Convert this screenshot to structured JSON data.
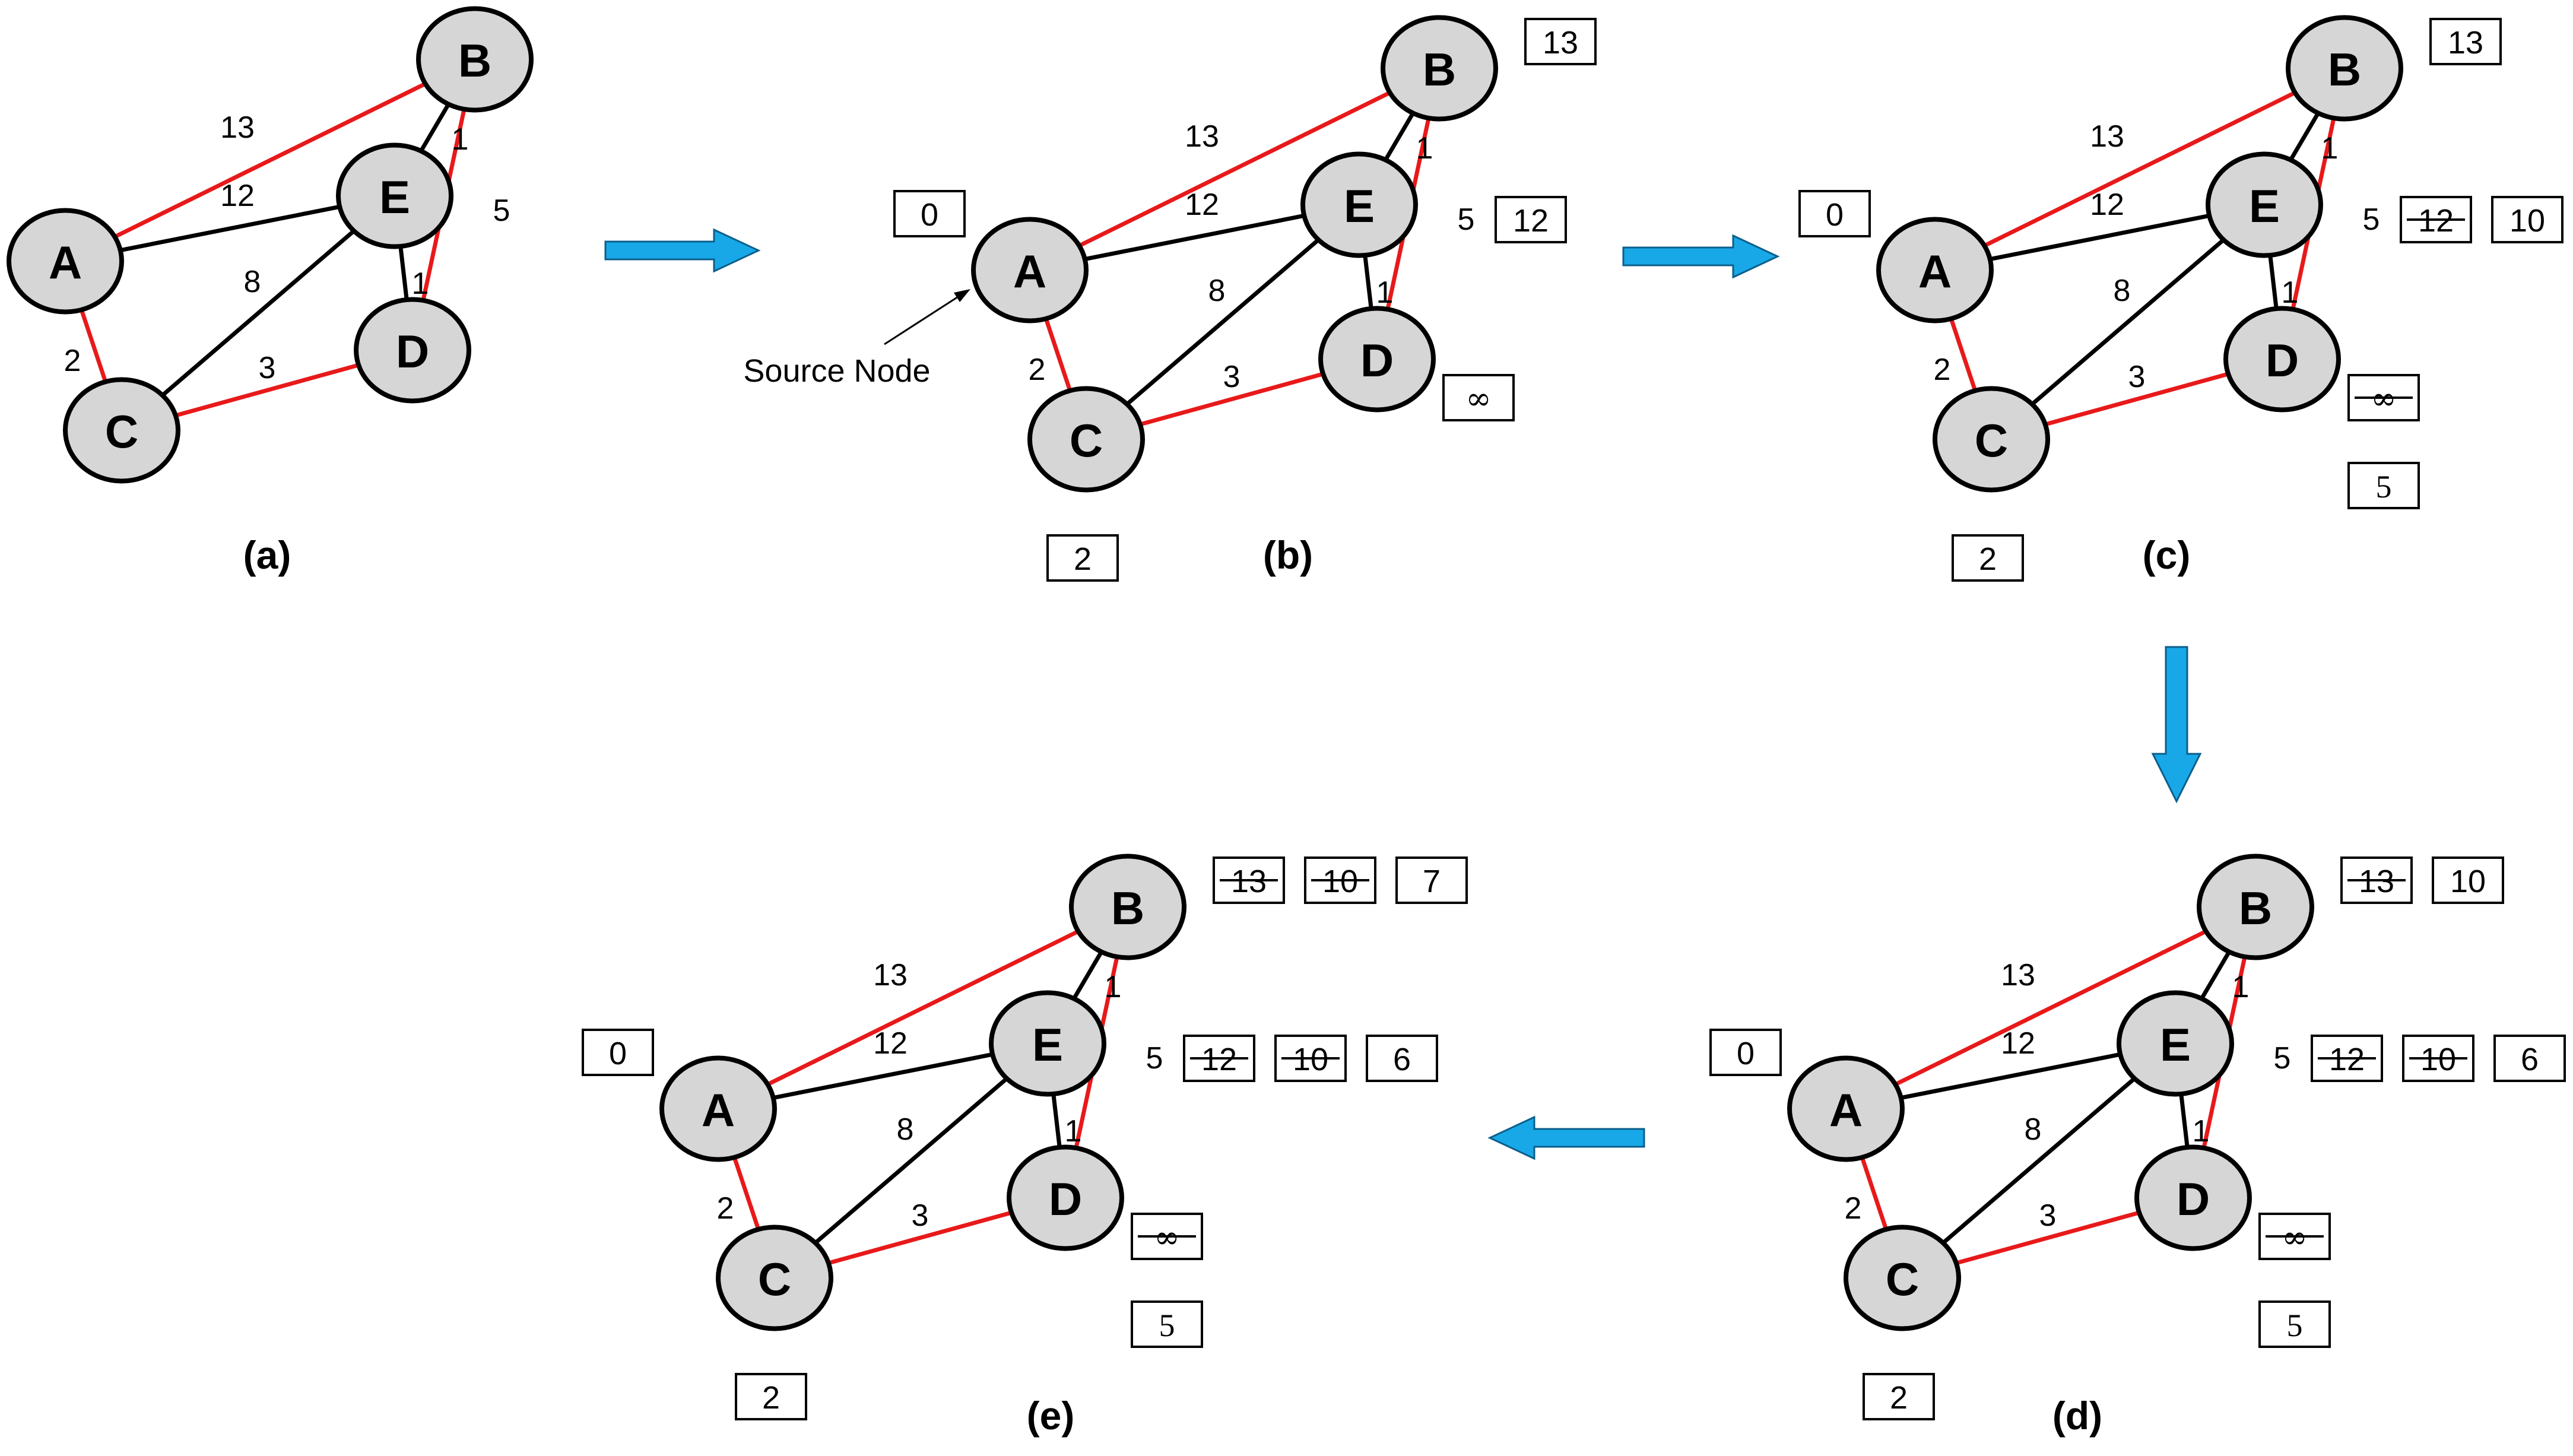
{
  "colors": {
    "tree_edge": "#e8191a",
    "other_edge": "#000000",
    "node_fill": "#d6d6d6",
    "arrow": "#18a8e8"
  },
  "nodes": [
    "A",
    "B",
    "C",
    "D",
    "E"
  ],
  "edges": [
    {
      "from": "A",
      "to": "B",
      "weight": "13",
      "color": "red"
    },
    {
      "from": "A",
      "to": "E",
      "weight": "12",
      "color": "black"
    },
    {
      "from": "A",
      "to": "C",
      "weight": "2",
      "color": "red"
    },
    {
      "from": "C",
      "to": "E",
      "weight": "8",
      "color": "black"
    },
    {
      "from": "C",
      "to": "D",
      "weight": "3",
      "color": "red"
    },
    {
      "from": "E",
      "to": "B",
      "weight": "1",
      "color": "black"
    },
    {
      "from": "E",
      "to": "D",
      "weight": "1",
      "color": "black"
    },
    {
      "from": "B",
      "to": "D",
      "weight": "5",
      "color": "red"
    }
  ],
  "panels": [
    {
      "id": "a",
      "label": "(a)",
      "distances": {}
    },
    {
      "id": "b",
      "label": "(b)",
      "source_label": "Source Node",
      "distances": {
        "A": [
          {
            "v": "0",
            "s": false
          }
        ],
        "B": [
          {
            "v": "13",
            "s": false
          }
        ],
        "C": [
          {
            "v": "2",
            "s": false
          }
        ],
        "D": [
          {
            "v": "∞",
            "s": false
          }
        ],
        "E": [
          {
            "v": "12",
            "s": false
          }
        ]
      }
    },
    {
      "id": "c",
      "label": "(c)",
      "distances": {
        "A": [
          {
            "v": "0",
            "s": false
          }
        ],
        "B": [
          {
            "v": "13",
            "s": false
          }
        ],
        "C": [
          {
            "v": "2",
            "s": false
          }
        ],
        "D": [
          {
            "v": "∞",
            "s": true
          },
          {
            "v": "5",
            "s": false
          }
        ],
        "E": [
          {
            "v": "12",
            "s": true
          },
          {
            "v": "10",
            "s": false
          }
        ]
      }
    },
    {
      "id": "d",
      "label": "(d)",
      "distances": {
        "A": [
          {
            "v": "0",
            "s": false
          }
        ],
        "B": [
          {
            "v": "13",
            "s": true
          },
          {
            "v": "10",
            "s": false
          }
        ],
        "C": [
          {
            "v": "2",
            "s": false
          }
        ],
        "D": [
          {
            "v": "∞",
            "s": true
          },
          {
            "v": "5",
            "s": false
          }
        ],
        "E": [
          {
            "v": "12",
            "s": true
          },
          {
            "v": "10",
            "s": true
          },
          {
            "v": "6",
            "s": false
          }
        ]
      }
    },
    {
      "id": "e",
      "label": "(e)",
      "distances": {
        "A": [
          {
            "v": "0",
            "s": false
          }
        ],
        "B": [
          {
            "v": "13",
            "s": true
          },
          {
            "v": "10",
            "s": true
          },
          {
            "v": "7",
            "s": false
          }
        ],
        "C": [
          {
            "v": "2",
            "s": false
          }
        ],
        "D": [
          {
            "v": "∞",
            "s": true
          },
          {
            "v": "5",
            "s": false
          }
        ],
        "E": [
          {
            "v": "12",
            "s": true
          },
          {
            "v": "10",
            "s": true
          },
          {
            "v": "6",
            "s": false
          }
        ]
      }
    }
  ]
}
